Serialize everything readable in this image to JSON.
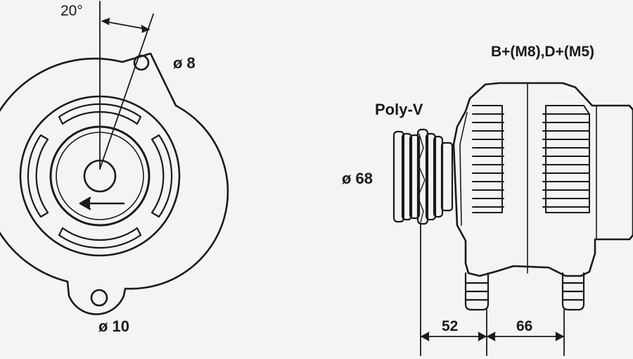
{
  "labels": {
    "angle": "20°",
    "mount_hole_top": "ø 8",
    "terminals": "B+(M8),D+(M5)",
    "pulley_type": "Poly-V",
    "pulley_diameter": "ø 68",
    "mount_hole_bottom": "ø 10",
    "dim_left": "52",
    "dim_right": "66"
  },
  "colors": {
    "line": "#1a1a1a",
    "background": "#f4f4f4"
  }
}
